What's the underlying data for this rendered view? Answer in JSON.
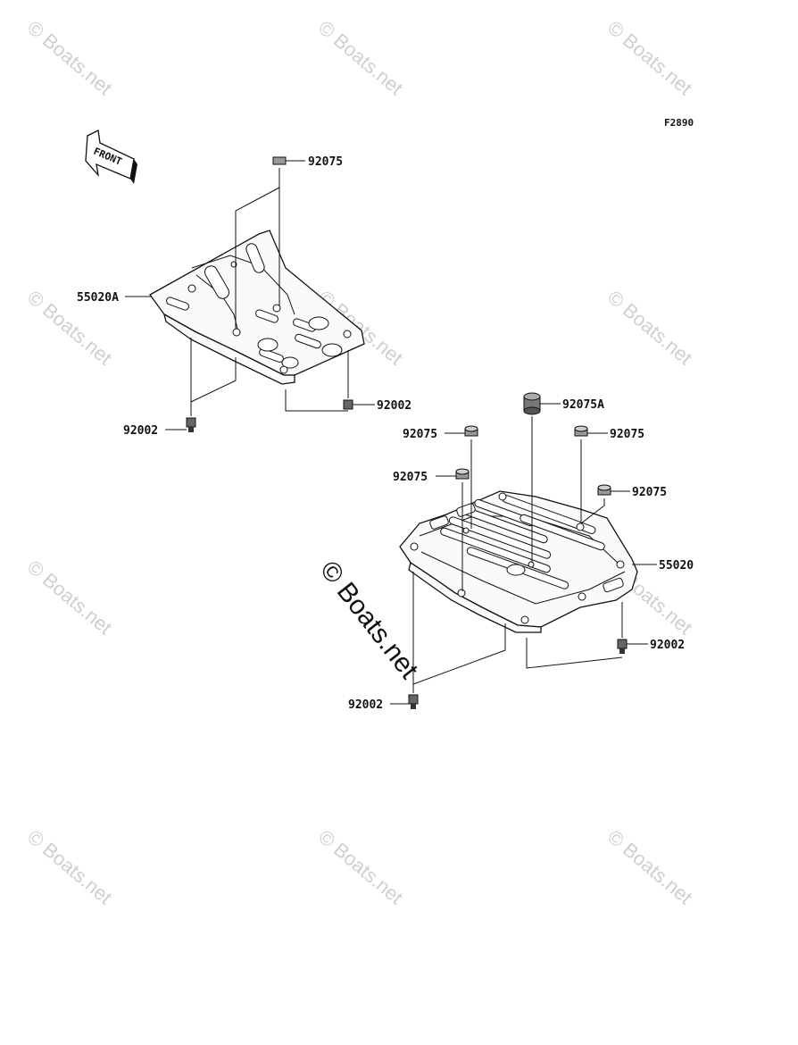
{
  "figure_code": "F2890",
  "front_label": "FRONT",
  "center_watermark": "© Boats.net",
  "watermark_text": "© Boats.net",
  "parts": {
    "upper_plate": "55020A",
    "upper_spacer": "92075",
    "upper_bolt_left": "92002",
    "upper_bolt_right": "92002",
    "lower_plate": "55020",
    "lower_spacer_a": "92075A",
    "lower_spacer_1": "92075",
    "lower_spacer_2": "92075",
    "lower_spacer_3": "92075",
    "lower_spacer_4": "92075",
    "lower_bolt_left": "92002",
    "lower_bolt_right": "92002"
  }
}
